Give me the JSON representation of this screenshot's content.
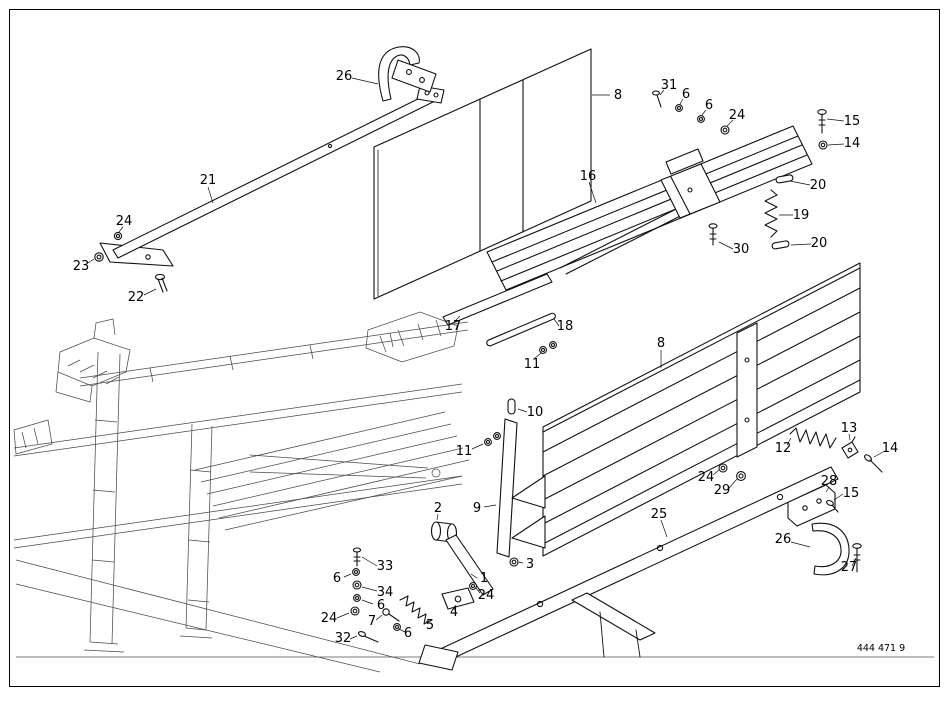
{
  "figure": {
    "drawing_number": "444 471 9"
  },
  "callouts": [
    {
      "label": "26"
    },
    {
      "label": "8"
    },
    {
      "label": "31"
    },
    {
      "label": "6"
    },
    {
      "label": "6"
    },
    {
      "label": "24"
    },
    {
      "label": "15"
    },
    {
      "label": "14"
    },
    {
      "label": "21"
    },
    {
      "label": "16"
    },
    {
      "label": "20"
    },
    {
      "label": "19"
    },
    {
      "label": "24"
    },
    {
      "label": "23"
    },
    {
      "label": "30"
    },
    {
      "label": "20"
    },
    {
      "label": "22"
    },
    {
      "label": "17"
    },
    {
      "label": "18"
    },
    {
      "label": "11"
    },
    {
      "label": "8"
    },
    {
      "label": "10"
    },
    {
      "label": "11"
    },
    {
      "label": "13"
    },
    {
      "label": "12"
    },
    {
      "label": "14"
    },
    {
      "label": "24"
    },
    {
      "label": "29"
    },
    {
      "label": "28"
    },
    {
      "label": "15"
    },
    {
      "label": "2"
    },
    {
      "label": "9"
    },
    {
      "label": "25"
    },
    {
      "label": "3"
    },
    {
      "label": "33"
    },
    {
      "label": "1"
    },
    {
      "label": "6"
    },
    {
      "label": "34"
    },
    {
      "label": "24"
    },
    {
      "label": "6"
    },
    {
      "label": "4"
    },
    {
      "label": "5"
    },
    {
      "label": "24"
    },
    {
      "label": "7"
    },
    {
      "label": "6"
    },
    {
      "label": "32"
    },
    {
      "label": "26"
    },
    {
      "label": "27"
    }
  ]
}
